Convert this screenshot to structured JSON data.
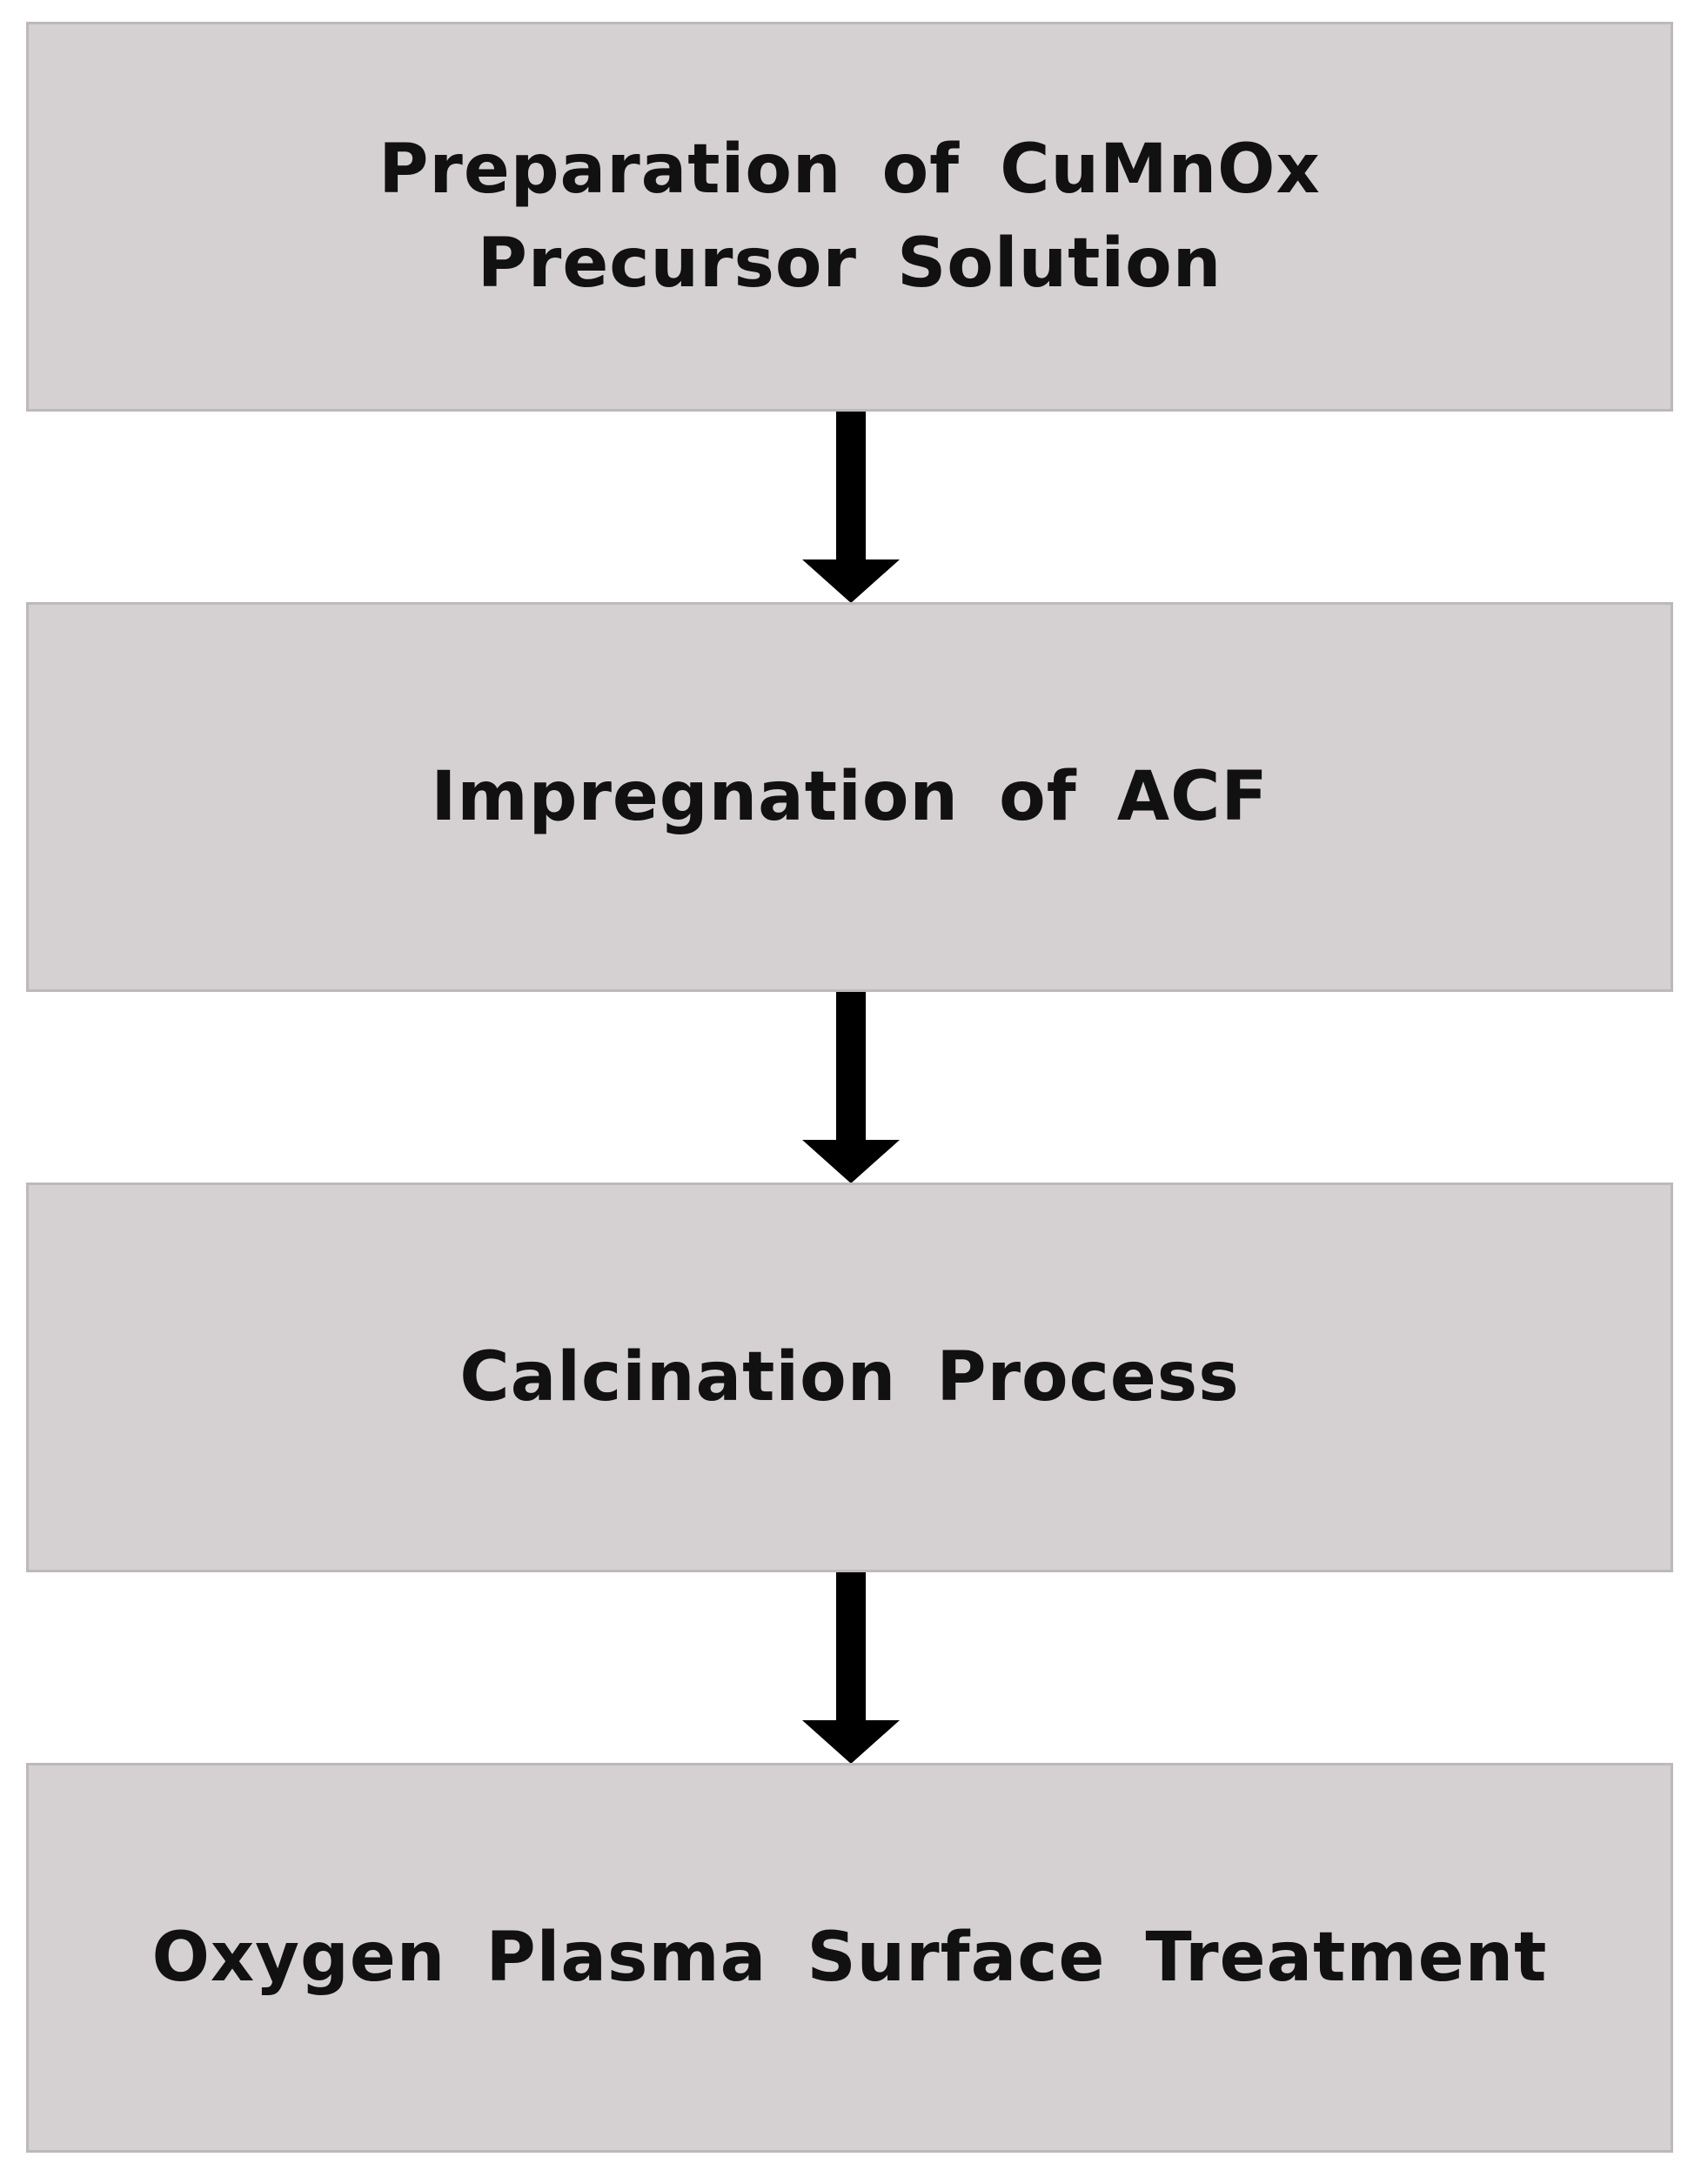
{
  "flowchart": {
    "steps": [
      {
        "lines": [
          "Preparation of CuMnOx",
          "Precursor Solution"
        ]
      },
      {
        "lines": [
          "Impregnation of ACF"
        ]
      },
      {
        "lines": [
          "Calcination Process"
        ]
      },
      {
        "lines": [
          "Oxygen Plasma Surface Treatment"
        ]
      }
    ],
    "colors": {
      "box_fill": "#d5d1d2",
      "box_border": "#bdb9ba",
      "text": "#111111",
      "arrow": "#000000"
    }
  }
}
